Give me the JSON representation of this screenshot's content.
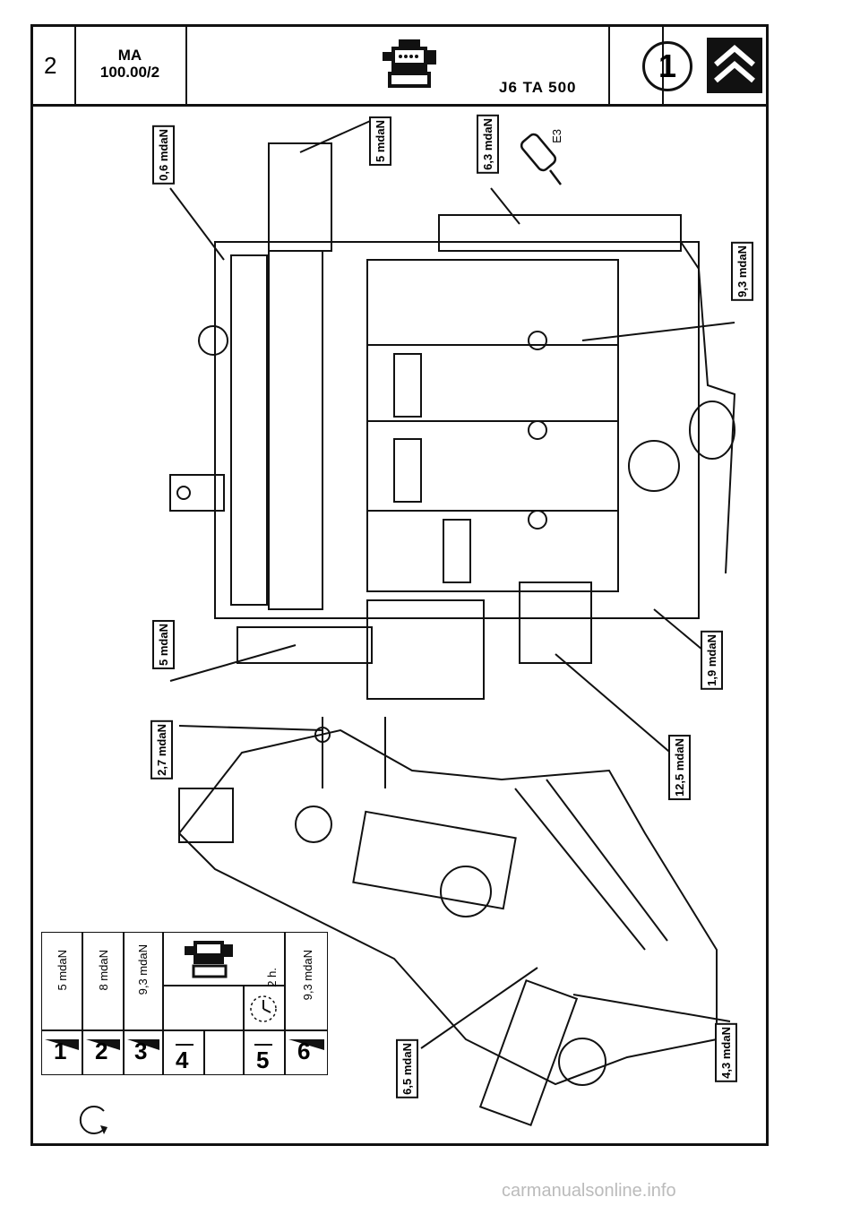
{
  "header": {
    "page_number": "2",
    "ref_line1": "MA",
    "ref_line2": "100.00/2",
    "model": "J6 TA 500",
    "circle_number": "1"
  },
  "torque_labels": [
    "0,6 mdaN",
    "5 mdaN",
    "6,3 mdaN",
    "9,3 mdaN",
    "5 mdaN",
    "1,9 mdaN",
    "2,7 mdaN",
    "12,5 mdaN",
    "6,5 mdaN",
    "4,3 mdaN"
  ],
  "sealant_label": "E3",
  "sequence": {
    "steps": [
      "1",
      "2",
      "3",
      "4",
      "5",
      "6"
    ],
    "values": [
      "5 mdaN",
      "8 mdaN",
      "9,3 mdaN",
      "2 h.",
      "9,3 mdaN"
    ]
  },
  "footer": "carmanualsonline.info",
  "colors": {
    "ink": "#111111",
    "paper": "#ffffff"
  },
  "icons": [
    "engine-icon",
    "citroen-logo-icon",
    "sealant-tube-icon",
    "rotation-arrow-icon",
    "engine-hot-icon",
    "clock-icon"
  ]
}
